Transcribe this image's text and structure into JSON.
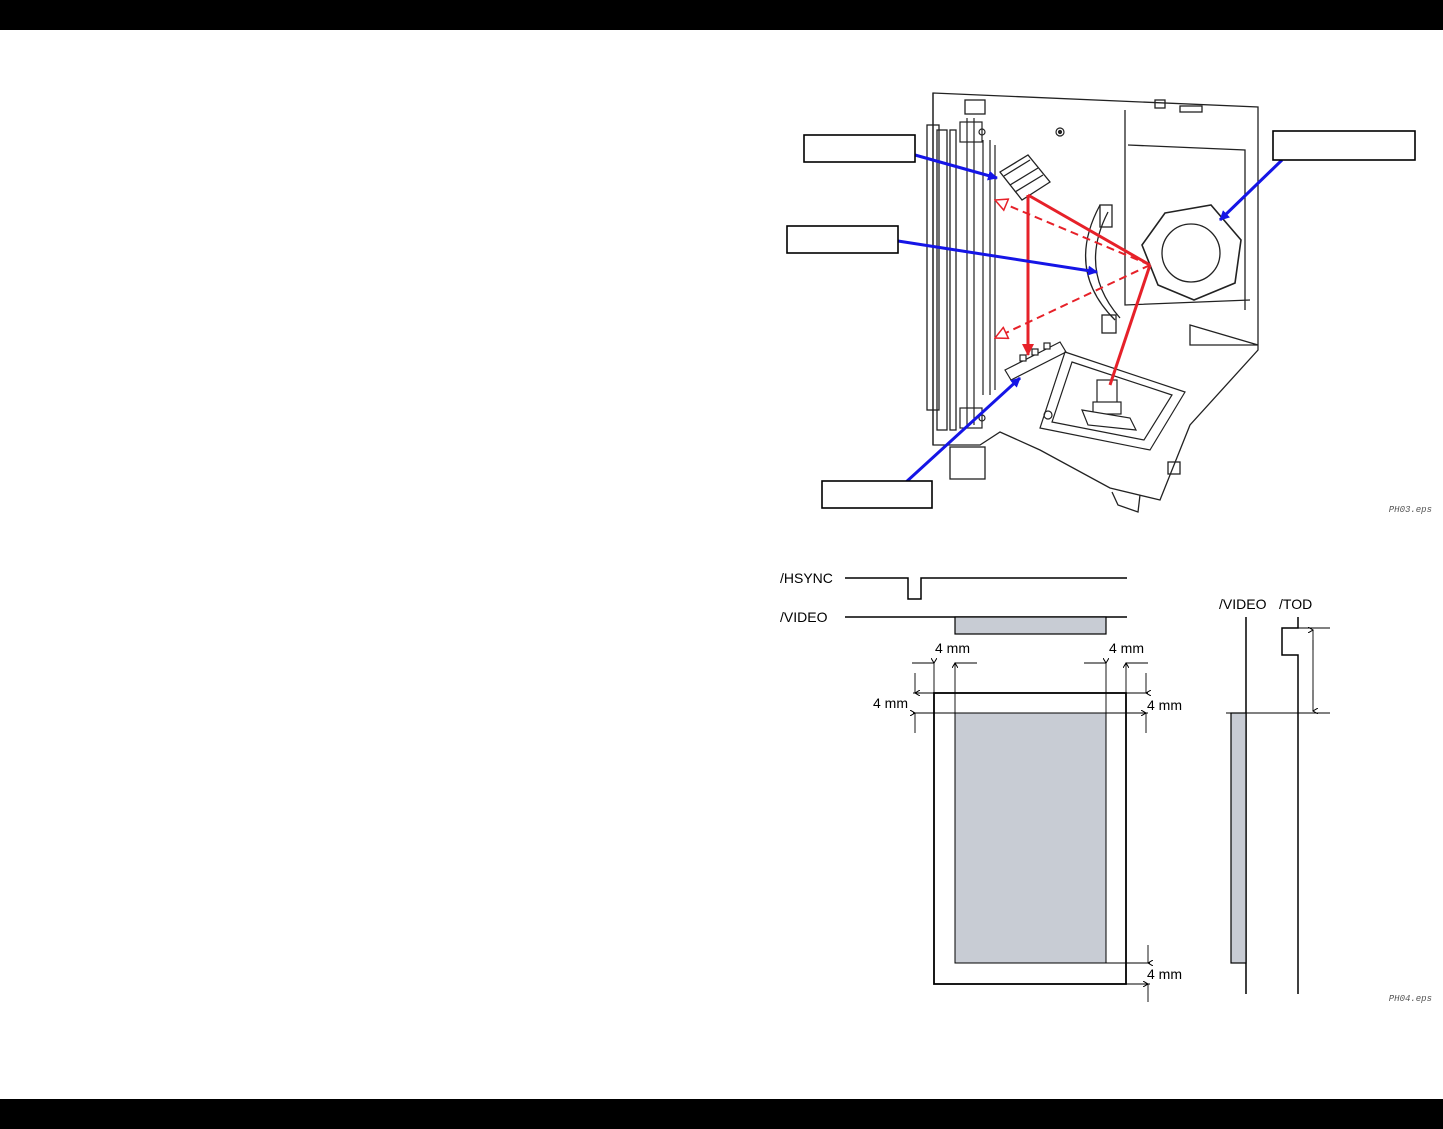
{
  "header": {
    "bar_color": "#000000"
  },
  "footer": {
    "bar_color": "#000000"
  },
  "figure1": {
    "callout_boxes": [
      {
        "id": "upper-left",
        "text": ""
      },
      {
        "id": "middle-left",
        "text": ""
      },
      {
        "id": "upper-right",
        "text": ""
      },
      {
        "id": "lower-left",
        "text": ""
      }
    ],
    "filename": "PH03.eps",
    "colors": {
      "beam": "#e62129",
      "pointer": "#1515e6"
    }
  },
  "figure2": {
    "signals": {
      "hsync": "/HSYNC",
      "video": "/VIDEO",
      "video_right": "/VIDEO",
      "tod": "/TOD"
    },
    "margins": {
      "left": "4 mm",
      "right": "4 mm",
      "top_left": "4 mm",
      "top_right": "4 mm",
      "bottom": "4 mm"
    },
    "filename": "PH04.eps",
    "colors": {
      "print_area": "#c8ccd4"
    }
  }
}
